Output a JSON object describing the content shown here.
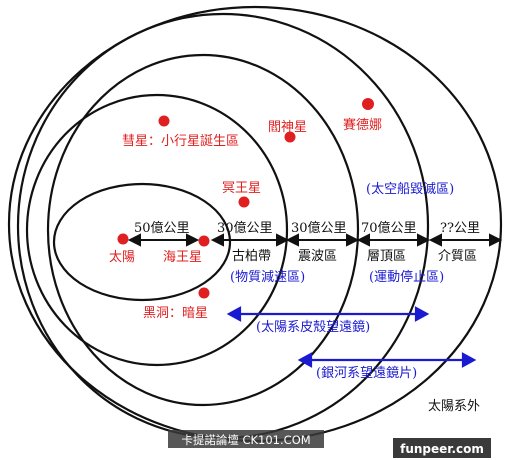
{
  "diagram": {
    "regions": [
      {
        "label": "太陽"
      },
      {
        "label": "海王星"
      },
      {
        "label": "彗星：小行星誕生區"
      },
      {
        "label": "冥王星"
      },
      {
        "label": "黑洞：暗星"
      },
      {
        "label": "閻神星"
      },
      {
        "label": "賽德娜"
      }
    ],
    "distances": [
      {
        "value": "50億公里"
      },
      {
        "value": "30億公里",
        "zone": "古柏帶",
        "note": "(物質減速區)"
      },
      {
        "value": "30億公里",
        "zone": "震波區"
      },
      {
        "value": "70億公里",
        "zone": "層頂區",
        "note": "(運動停止區)"
      },
      {
        "value": "??公里",
        "zone": "介質區"
      }
    ],
    "destroy_zone": "(太空船毀滅區)",
    "telescope_solar": "(太陽系皮殼望遠鏡)",
    "telescope_galaxy": "(銀河系望遠鏡片)",
    "outside": "太陽系外"
  },
  "colors": {
    "red": "#e02020",
    "blue": "#1a1ad0",
    "line": "#111111",
    "watermark_bg": "#3a3a3a"
  },
  "watermarks": {
    "left": "卡提諾論壇 CK101.COM",
    "right": "funpeer.com"
  }
}
